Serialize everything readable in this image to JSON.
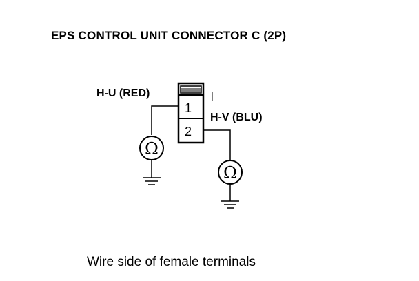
{
  "diagram": {
    "title": "EPS CONTROL UNIT CONNECTOR C (2P)",
    "caption": "Wire side of female terminals",
    "connector": {
      "pins": [
        "1",
        "2"
      ]
    },
    "wires": [
      {
        "label": "H-U (RED)",
        "pin": "1"
      },
      {
        "label": "H-V (BLU)",
        "pin": "2"
      }
    ],
    "meters": [
      {
        "symbol": "Ω",
        "icon": "ohmmeter-icon"
      },
      {
        "symbol": "Ω",
        "icon": "ohmmeter-icon"
      }
    ],
    "ground_icon": "ground-icon"
  }
}
